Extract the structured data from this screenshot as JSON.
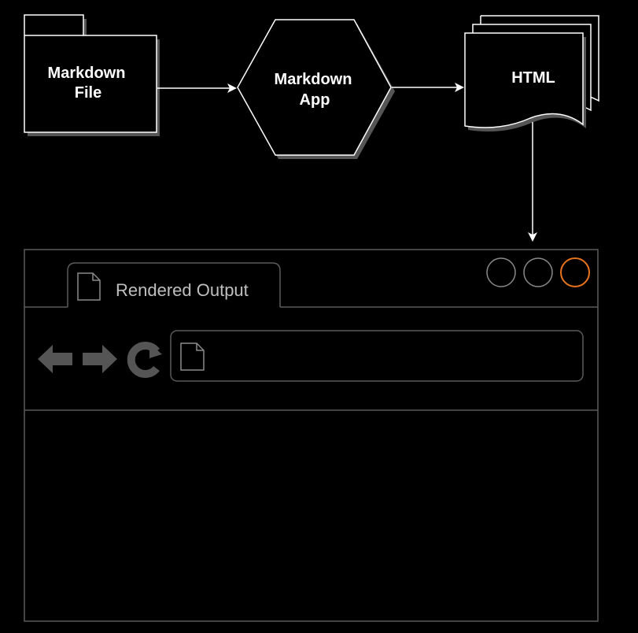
{
  "nodes": {
    "markdown_file": {
      "line1": "Markdown",
      "line2": "File"
    },
    "markdown_app": {
      "line1": "Markdown",
      "line2": "App"
    },
    "html_doc": {
      "label": "HTML"
    }
  },
  "browser": {
    "tab_label": "Rendered Output",
    "address_value": "",
    "window_buttons": [
      "minimize",
      "maximize",
      "close"
    ]
  },
  "colors": {
    "background": "#000000",
    "stroke": "#ffffff",
    "browser_outline": "#5a5a5a",
    "close_accent": "#e8731a",
    "icon_gray": "#555555"
  },
  "icons": [
    "back-arrow-icon",
    "forward-arrow-icon",
    "reload-icon",
    "page-icon"
  ]
}
